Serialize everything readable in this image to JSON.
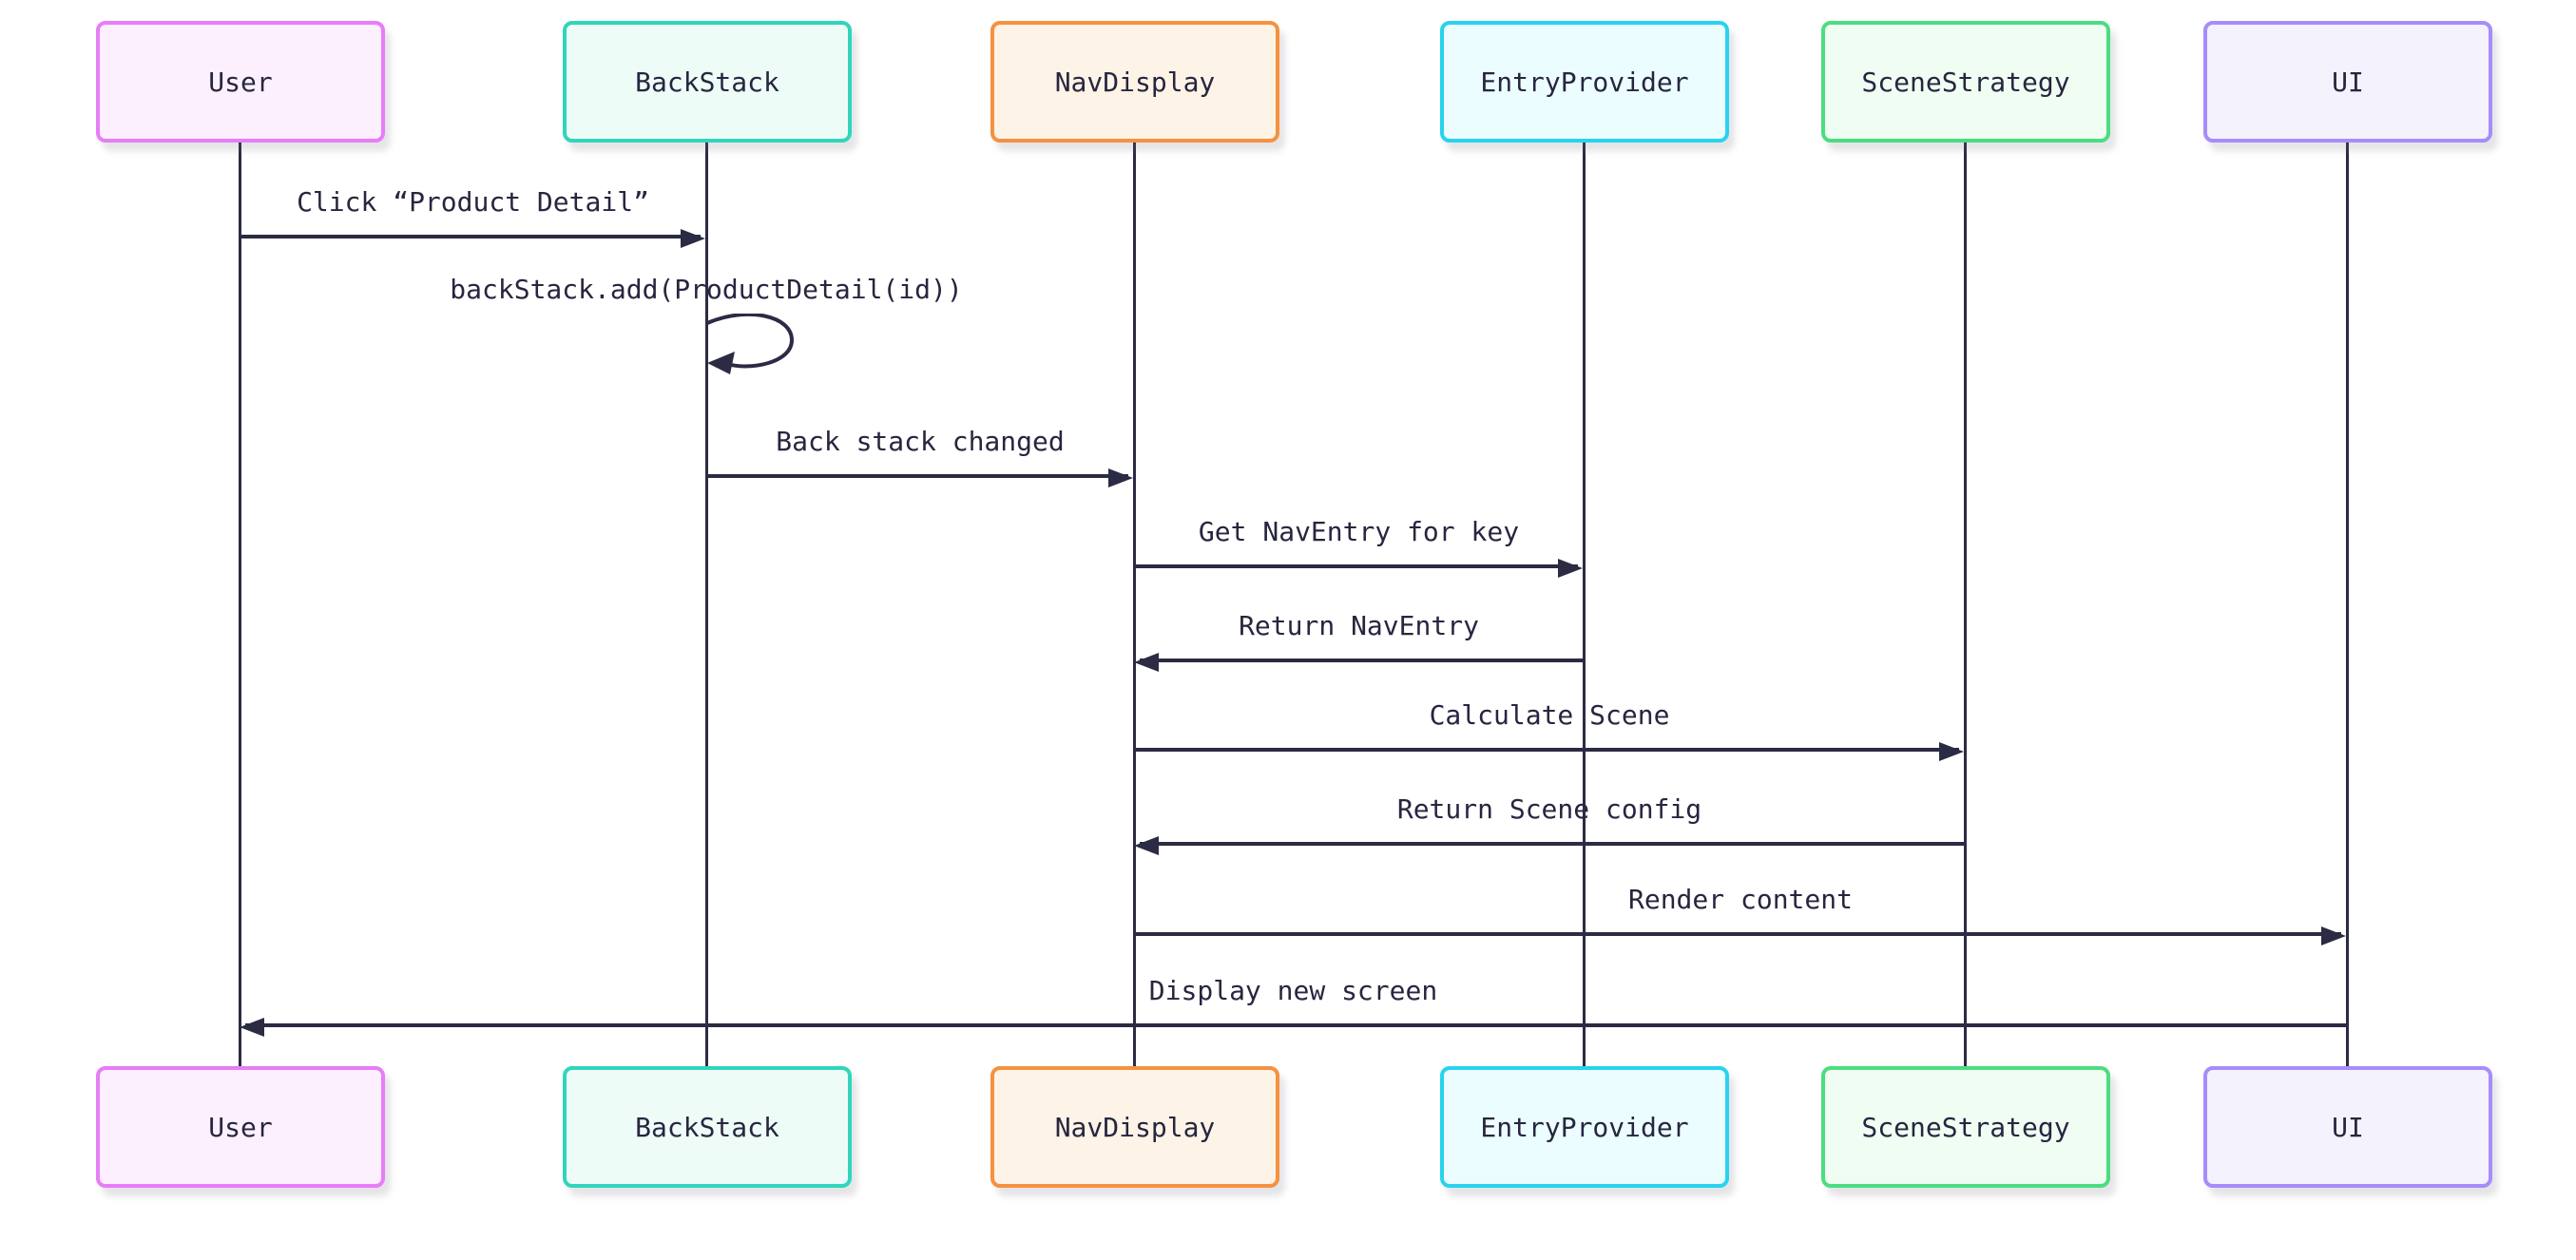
{
  "diagram": {
    "type": "sequence-diagram",
    "background": "#ffffff",
    "colors": {
      "line": "#2b2b44",
      "text": "#27263f",
      "user_border": "#e77df7",
      "user_fill": "#fdf0fe",
      "backstack_border": "#30d5bc",
      "backstack_fill": "#eefcf8",
      "navdisplay_border": "#f5923f",
      "navdisplay_fill": "#fdf3e7",
      "entryprovider_border": "#27d3ee",
      "entryprovider_fill": "#ecfdff",
      "scenestrategy_border": "#4bdd80",
      "scenestrategy_fill": "#f0fdf3",
      "ui_border": "#a78cfa",
      "ui_fill": "#f4f2fd"
    },
    "actors": [
      {
        "id": "user",
        "label": "User"
      },
      {
        "id": "backstack",
        "label": "BackStack"
      },
      {
        "id": "navdisplay",
        "label": "NavDisplay"
      },
      {
        "id": "entryprovider",
        "label": "EntryProvider"
      },
      {
        "id": "scenestrategy",
        "label": "SceneStrategy"
      },
      {
        "id": "ui",
        "label": "UI"
      }
    ],
    "messages": [
      {
        "from": "User",
        "to": "BackStack",
        "label": "Click “Product Detail”"
      },
      {
        "from": "BackStack",
        "to": "BackStack",
        "label": "backStack.add(ProductDetail(id))",
        "self": true
      },
      {
        "from": "BackStack",
        "to": "NavDisplay",
        "label": "Back stack changed"
      },
      {
        "from": "NavDisplay",
        "to": "EntryProvider",
        "label": "Get NavEntry for key"
      },
      {
        "from": "EntryProvider",
        "to": "NavDisplay",
        "label": "Return NavEntry"
      },
      {
        "from": "NavDisplay",
        "to": "SceneStrategy",
        "label": "Calculate Scene"
      },
      {
        "from": "SceneStrategy",
        "to": "NavDisplay",
        "label": "Return Scene config"
      },
      {
        "from": "NavDisplay",
        "to": "UI",
        "label": "Render content"
      },
      {
        "from": "UI",
        "to": "User",
        "label": "Display new screen"
      }
    ]
  }
}
